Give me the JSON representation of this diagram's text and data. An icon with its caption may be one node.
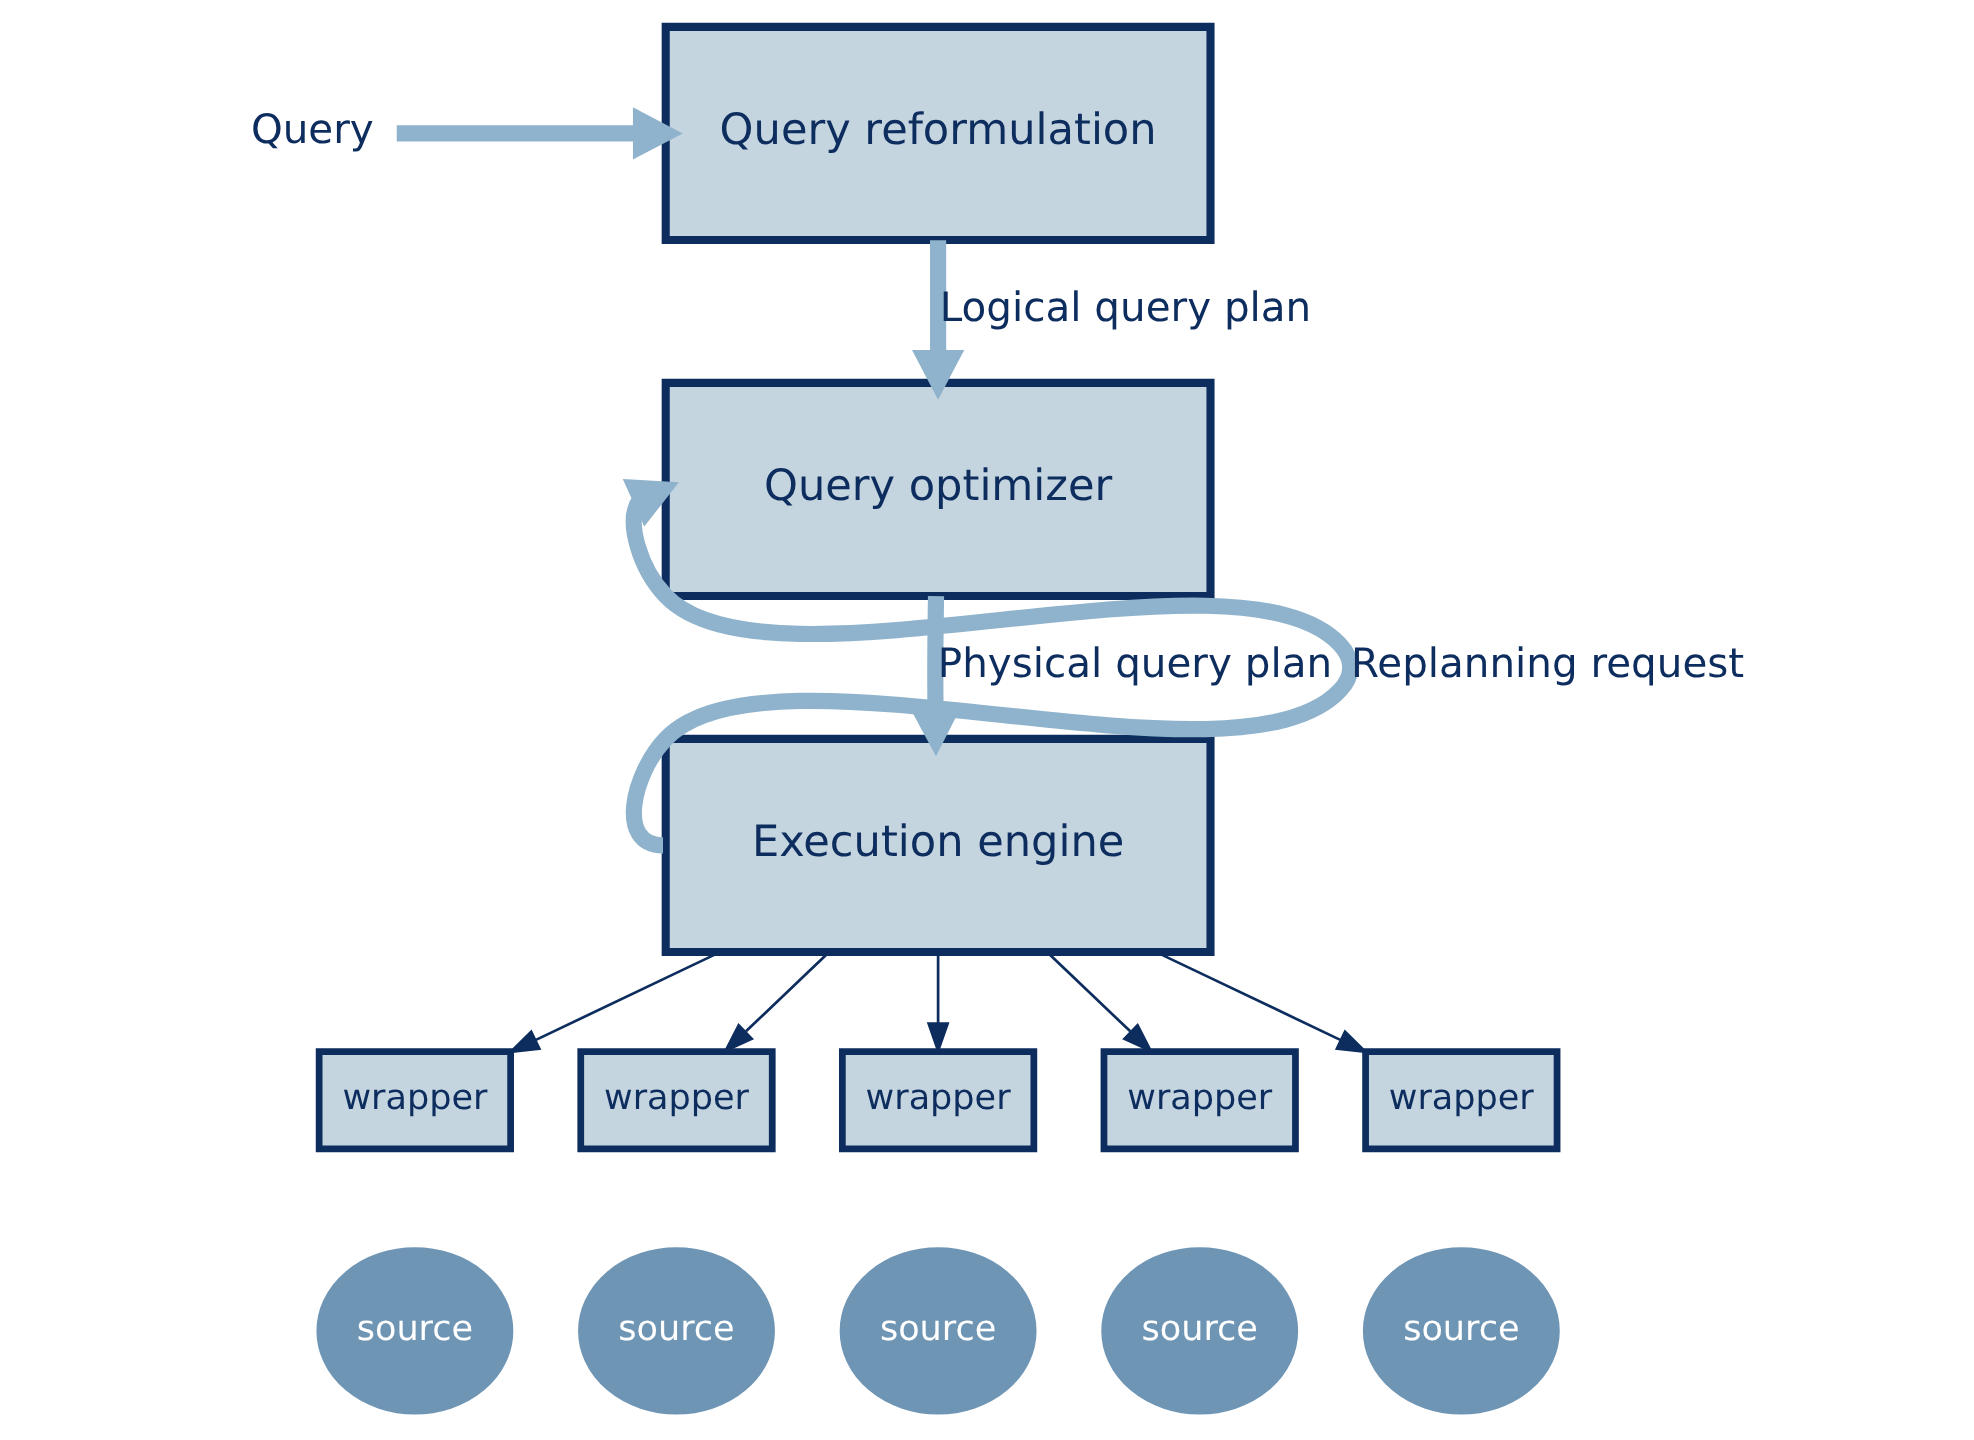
{
  "diagram": {
    "nodes": [
      {
        "text": [
          "Query"
        ]
      },
      {
        "text": [
          "Query reformulation"
        ]
      },
      {
        "text": [
          "Query optimizer"
        ]
      },
      {
        "text": [
          "Execution engine"
        ]
      },
      {
        "text": [
          "wrapper"
        ]
      },
      {
        "text": [
          "wrapper"
        ]
      },
      {
        "text": [
          "wrapper"
        ]
      },
      {
        "text": [
          "wrapper"
        ]
      },
      {
        "text": [
          "wrapper"
        ]
      },
      {
        "text": [
          "source"
        ]
      },
      {
        "text": [
          "source"
        ]
      },
      {
        "text": [
          "source"
        ]
      },
      {
        "text": [
          "source"
        ]
      },
      {
        "text": [
          "source"
        ]
      }
    ],
    "edges": [
      {
        "from": 0,
        "to": 1,
        "arrow": "to",
        "style": "thick",
        "color": "#8fb3cc"
      },
      {
        "from": 1,
        "to": 2,
        "arrow": "to",
        "label": "Logical query plan",
        "style": "thick",
        "color": "#8fb3cc"
      },
      {
        "from": 2,
        "to": 3,
        "arrow": "to",
        "label": "Physical query plan",
        "style": "thick",
        "color": "#8fb3cc"
      },
      {
        "from": 3,
        "to": 2,
        "arrow": "to",
        "label": "Replanning request",
        "style": "thick",
        "color": "#8fb3cc"
      },
      {
        "from": 3,
        "to": 4,
        "arrow": "to"
      },
      {
        "from": 3,
        "to": 5,
        "arrow": "to"
      },
      {
        "from": 3,
        "to": 6,
        "arrow": "to"
      },
      {
        "from": 3,
        "to": 7,
        "arrow": "to"
      },
      {
        "from": 3,
        "to": 8,
        "arrow": "to"
      }
    ]
  }
}
